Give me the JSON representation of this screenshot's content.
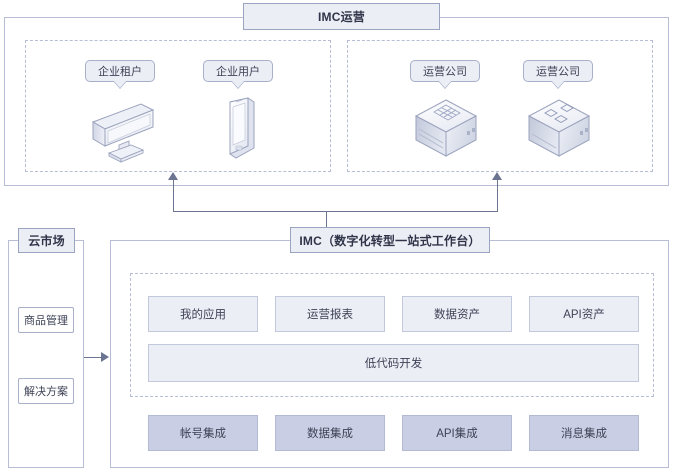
{
  "top_section": {
    "title": "IMC运营",
    "groups": [
      {
        "name": "client-group",
        "nodes": [
          {
            "label": "企业租户",
            "icon": "desktop-monitor-icon"
          },
          {
            "label": "企业用户",
            "icon": "smartphone-icon"
          }
        ]
      },
      {
        "name": "operator-group",
        "nodes": [
          {
            "label": "运营公司",
            "icon": "server-cube-grid-icon"
          },
          {
            "label": "运营公司",
            "icon": "server-cube-apps-icon"
          }
        ]
      }
    ]
  },
  "marketplace": {
    "title": "云市场",
    "items": [
      {
        "label": "商品管理"
      },
      {
        "label": "解决方案"
      }
    ]
  },
  "imc": {
    "title": "IMC（数字化转型一站式工作台）",
    "capability_row": [
      {
        "label": "我的应用"
      },
      {
        "label": "运营报表"
      },
      {
        "label": "数据资产"
      },
      {
        "label": "API资产"
      }
    ],
    "lowcode": {
      "label": "低代码开发"
    },
    "integration_row": [
      {
        "label": "帐号集成"
      },
      {
        "label": "数据集成"
      },
      {
        "label": "API集成"
      },
      {
        "label": "消息集成"
      }
    ]
  },
  "colors": {
    "border": "#b7bdd4",
    "title_fill": "#eceef6",
    "title_border": "#9aa3c0",
    "card_light": "#eceef6",
    "card_strong": "#c9cee4",
    "connector": "#6b7490",
    "text": "#3d4255"
  }
}
